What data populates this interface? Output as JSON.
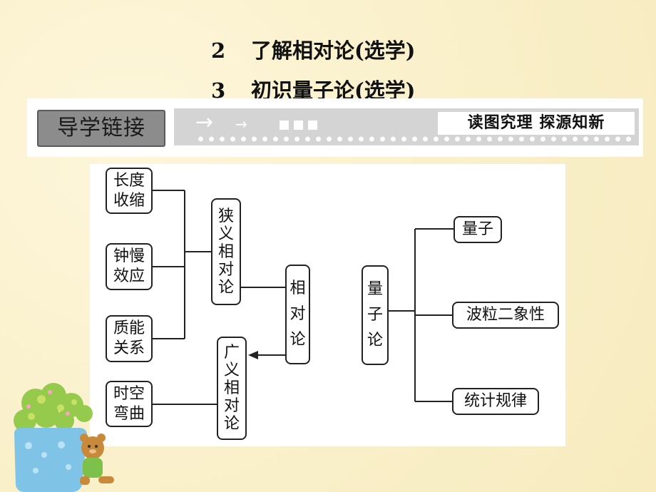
{
  "titles": [
    {
      "num": "2",
      "text": "了解相对论(选学)"
    },
    {
      "num": "3",
      "text": "初识量子论(选学)"
    }
  ],
  "banner": {
    "tag": "导学链接",
    "subtitle": "读图究理  探源知新"
  },
  "diagram": {
    "left_leaves": [
      "长度收缩",
      "钟慢效应",
      "质能关系",
      "时空弯曲"
    ],
    "special_relativity": "狭义相对论",
    "general_relativity": "广义相对论",
    "relativity": "相对论",
    "quantum_theory": "量子论",
    "right_leaves": [
      "量子",
      "波粒二象性",
      "统计规律"
    ]
  }
}
